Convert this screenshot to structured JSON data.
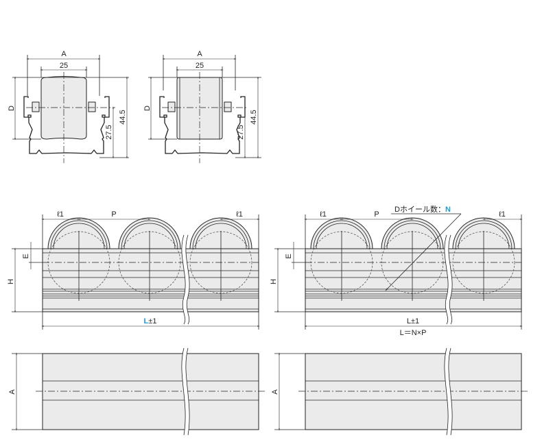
{
  "section_views": [
    {
      "name": "crowned-roller",
      "dim_A": "A",
      "dim_width": "25",
      "dim_D": "D",
      "dim_height_total": "44.5",
      "dim_axle_height": "27.5"
    },
    {
      "name": "flat-roller",
      "dim_A": "A",
      "dim_width": "25",
      "dim_D": "D",
      "dim_height_total": "44.5",
      "dim_axle_height": "27.5"
    }
  ],
  "side_views": [
    {
      "l1_left": "ℓ1",
      "pitch": "P",
      "l1_right": "ℓ1",
      "dim_E": "E",
      "dim_H": "H",
      "length_prefix": "L",
      "length_suffix": "±1"
    },
    {
      "l1_left": "ℓ1",
      "pitch": "P",
      "l1_right": "ℓ1",
      "dim_E": "E",
      "dim_H": "H",
      "length": "L±1",
      "length_formula": "L＝N×P",
      "wheel_note": "Dホイール数：",
      "wheel_count_symbol": "N"
    }
  ],
  "plan_views": [
    {
      "dim_A": "A"
    },
    {
      "dim_A": "A"
    }
  ],
  "colors": {
    "highlight": "#1a9ad6",
    "body_fill": "#ebebeb"
  }
}
